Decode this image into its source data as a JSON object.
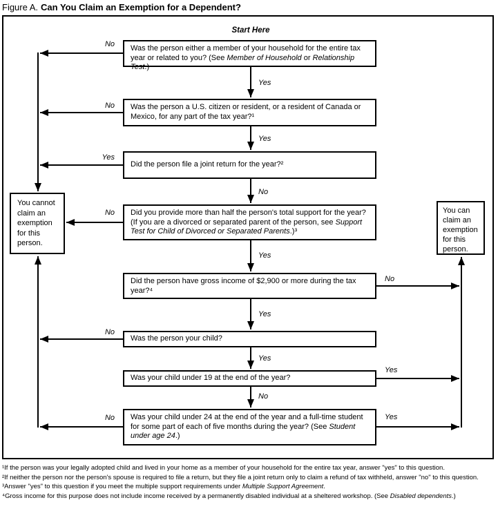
{
  "title": {
    "prefix": "Figure A.",
    "main": "Can You Claim an Exemption for a Dependent?"
  },
  "start_label": "Start Here",
  "questions": [
    {
      "text": "Was the person either a member of your household for the entire tax year or related to you? (See *Member of Household* or *Relationship Test*.)"
    },
    {
      "text": "Was the person a U.S. citizen or resident, or a resident of Canada or Mexico, for any part of the tax year?¹"
    },
    {
      "text": "Did the person file a joint return for the year?²"
    },
    {
      "text": "Did you provide more than half the person's total support for the year? (If you are a divorced or separated parent of the person, see *Support Test for Child of Divorced or Separated Parents*.)³"
    },
    {
      "text": "Did the person have gross income of $2,900 or more during the tax year?⁴"
    },
    {
      "text": "Was the person your child?"
    },
    {
      "text": "Was your child under 19 at the end of the year?"
    },
    {
      "text": "Was your child under 24 at the end of the year and a full-time student for some part of each of five months during the year? (See *Student under age 24*.)"
    }
  ],
  "outcomes": {
    "cannot": "You cannot claim an exemption for this person.",
    "can": "You can claim an exemption for this person."
  },
  "edges": {
    "q1_no": "No",
    "q1_yes": "Yes",
    "q2_no": "No",
    "q2_yes": "Yes",
    "q3_yes": "Yes",
    "q3_no": "No",
    "q4_no": "No",
    "q4_yes": "Yes",
    "q5_no": "No",
    "q5_yes": "Yes",
    "q6_no": "No",
    "q6_yes": "Yes",
    "q7_yes": "Yes",
    "q7_no": "No",
    "q8_no": "No",
    "q8_yes": "Yes"
  },
  "footnotes": [
    "¹If the person was your legally adopted child and lived in your home as a member of your household for the entire tax year, answer \"yes\" to this question.",
    "²If neither the person nor the person's spouse is required to file a return, but they file a joint return only to claim a refund of tax withheld, answer \"no\" to this question.",
    "³Answer \"yes\" to this question if you meet the multiple support requirements under *Multiple Support Agreement*.",
    "⁴Gross income for this purpose does not include income received by a permanently disabled individual at a sheltered workshop. (See *Disabled dependents*.)"
  ],
  "colors": {
    "ink": "#000000",
    "background": "#ffffff"
  }
}
